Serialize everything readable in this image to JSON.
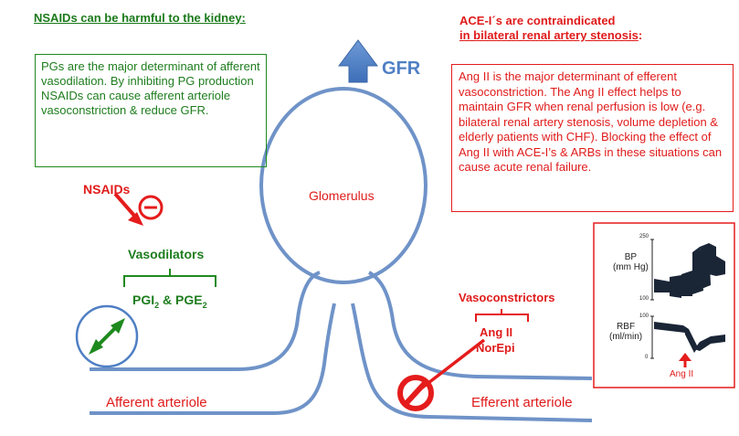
{
  "left": {
    "title": "NSAIDs can be harmful to the kidney:",
    "box_text": "PGs are the major determinant of afferent vasodilation. By inhibiting PG production NSAIDs can cause afferent arteriole vasoconstriction & reduce GFR.",
    "nsaids_label": "NSAIDs",
    "vasodilators_label": "Vasodilators",
    "pg_text": "PGI",
    "pg_sub1": "2",
    "pg_mid": " & PGE",
    "pg_sub2": "2"
  },
  "right": {
    "title_line1": "ACE-I´s are contraindicated",
    "title_line2": "in bilateral renal artery stenosis",
    "title_colon": ":",
    "box_text": "Ang II is the major determinant of efferent vasoconstriction. The Ang II effect helps to maintain GFR when renal perfusion is low (e.g. bilateral renal artery stenosis, volume depletion & elderly patients with CHF). Blocking the effect of Ang II with ACE-I’s & ARBs in these situations can cause acute renal failure.",
    "vasoconstrictors_label": "Vasoconstrictors",
    "ang_label": "Ang II",
    "norepi_label": "NorEpi"
  },
  "center": {
    "gfr_label": "GFR",
    "glomerulus_label": "Glomerulus",
    "afferent_label": "Afferent arteriole",
    "efferent_label": "Efferent arteriole"
  },
  "inset": {
    "bp_label_1": "BP",
    "bp_label_2": "(mm Hg)",
    "bp_tick_top": "250",
    "bp_tick_bottom": "100",
    "rbf_label_1": "RBF",
    "rbf_label_2": "(ml/min)",
    "rbf_tick_top": "100",
    "rbf_tick_bottom": "0",
    "ang_label": "Ang II"
  },
  "colors": {
    "vessel_blue": "#6f93c8",
    "arrow_blue": "#4f7fc4",
    "green": "#1e7d1e",
    "red": "#e01b1b"
  }
}
